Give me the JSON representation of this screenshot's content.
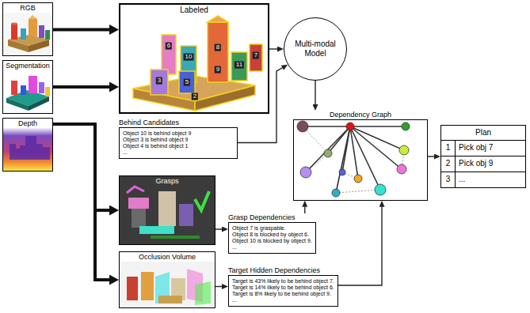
{
  "diagram": {
    "nodes": [
      {
        "text": [
          "RGB"
        ]
      },
      {
        "text": [
          "Labeled"
        ]
      },
      {
        "text": [
          "Multi-modal Model"
        ]
      },
      {
        "text": [
          "Segmentation"
        ]
      },
      {
        "text": [
          "Depth"
        ]
      },
      {
        "text": [
          "Behind Candidates",
          "Object 10 is behind object 9",
          "Object 3 is behind object 9",
          "Object 4 is behind object 1",
          "..."
        ]
      },
      {
        "text": [
          "Dependency Graph"
        ]
      },
      {
        "text": [
          "Plan",
          "1",
          "Pick obj 7",
          "2",
          "Pick obj 9",
          "3",
          "..."
        ]
      },
      {
        "text": [
          "Grasps"
        ]
      },
      {
        "text": [
          "Grasp Dependencies",
          "Object 7 is graspable.",
          "Object 8 is blocked by object 6.",
          "Object 10 is blocked by object 9.",
          "..."
        ]
      },
      {
        "text": [
          "Occlusion Volume"
        ]
      },
      {
        "text": [
          "Target Hidden Dependencies",
          "Target is 43% likely to be behind object 7.",
          "Target is 14% likely to be behind object 6.",
          "Target is 8% likely to be behind object 9.",
          "..."
        ]
      }
    ],
    "edges": [
      {
        "from": 0,
        "to": 1,
        "arrow": "to"
      },
      {
        "from": 3,
        "to": 1,
        "arrow": "to"
      },
      {
        "from": 4,
        "to": 8,
        "arrow": "to"
      },
      {
        "from": 4,
        "to": 10,
        "arrow": "to"
      },
      {
        "from": 1,
        "to": 2,
        "arrow": "to"
      },
      {
        "from": 5,
        "to": 2,
        "arrow": "to"
      },
      {
        "from": 2,
        "to": 6,
        "arrow": "to"
      },
      {
        "from": 8,
        "to": 9,
        "arrow": "to"
      },
      {
        "from": 10,
        "to": 11,
        "arrow": "to"
      },
      {
        "from": 9,
        "to": 6,
        "arrow": "to"
      },
      {
        "from": 11,
        "to": 6,
        "arrow": "to"
      },
      {
        "from": 6,
        "to": 7,
        "arrow": "to"
      }
    ],
    "labels": [
      "6",
      "10",
      "8",
      "11",
      "7",
      "3",
      "5",
      "9",
      "2"
    ]
  }
}
